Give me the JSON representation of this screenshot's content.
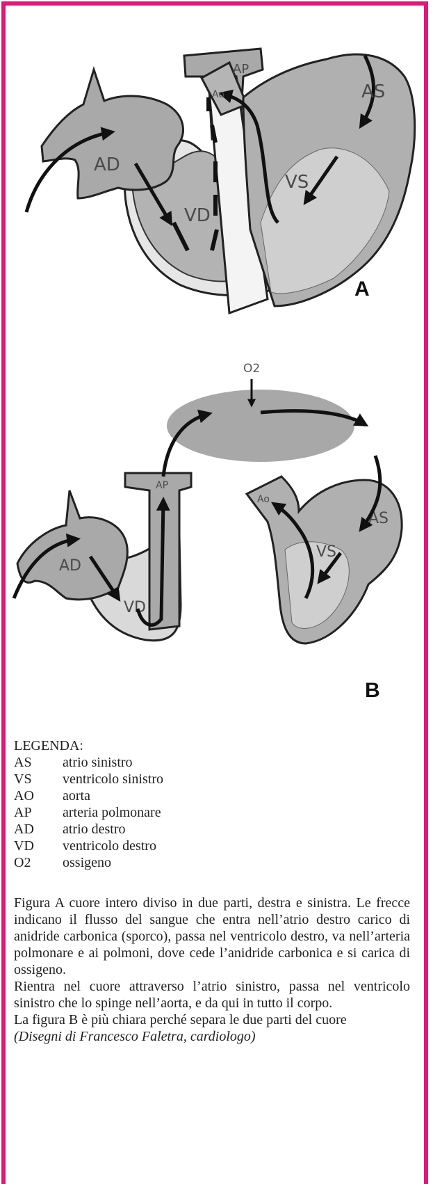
{
  "figure_a": {
    "panel_letter": "A",
    "labels": {
      "ad": "AD",
      "vd": "VD",
      "ap": "AP",
      "ao": "Ao",
      "as": "AS",
      "vs": "VS"
    }
  },
  "figure_b": {
    "panel_letter": "B",
    "o2": "O2",
    "labels": {
      "ad": "AD",
      "vd": "VD",
      "ap": "AP",
      "ao": "Ao",
      "as": "AS",
      "vs": "VS"
    }
  },
  "legend": {
    "title": "LEGENDA:",
    "items": [
      {
        "abbr": "AS",
        "desc": "atrio sinistro"
      },
      {
        "abbr": "VS",
        "desc": "ventricolo sinistro"
      },
      {
        "abbr": "AO",
        "desc": "aorta"
      },
      {
        "abbr": "AP",
        "desc": "arteria polmonare"
      },
      {
        "abbr": "AD",
        "desc": "atrio destro"
      },
      {
        "abbr": "VD",
        "desc": "ventricolo destro"
      },
      {
        "abbr": "O2",
        "desc": "ossigeno"
      }
    ]
  },
  "caption": {
    "p1": "Figura A cuore intero diviso in due parti, destra e sinistra. Le frecce indicano il flusso del sangue che entra nell’atrio destro carico di anidride carbonica (sporco), passa nel ventricolo destro, va nell’arteria polmonare e ai polmoni, dove cede l’anidride carbonica e si carica di ossigeno.",
    "p2": "Rientra nel cuore attraverso l’atrio sinistro, passa nel ventricolo sinistro che lo spinge nell’aorta, e da qui in tutto il corpo.",
    "p3": "La figura B è più chiara perché separa le due parti del cuore",
    "credit": "(Disegni di Francesco Faletra, cardiologo)"
  }
}
